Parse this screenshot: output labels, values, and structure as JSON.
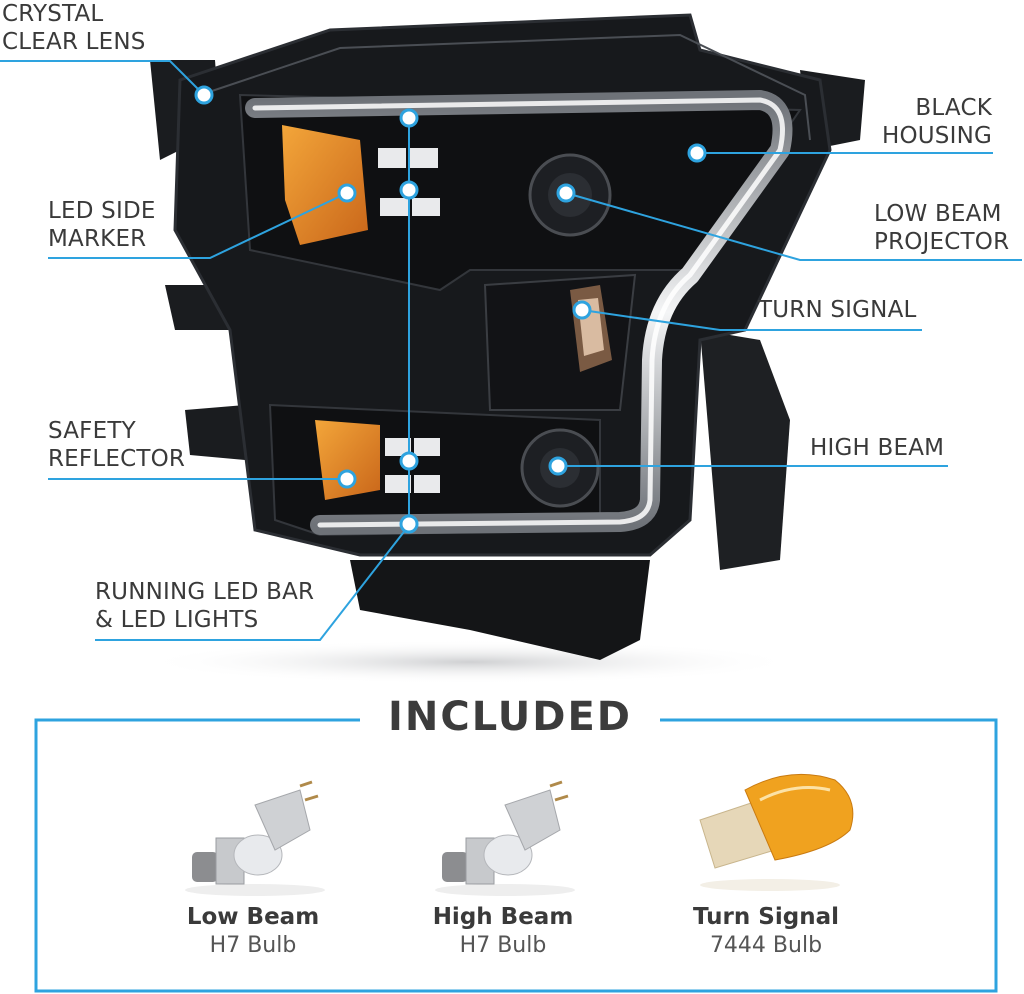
{
  "colors": {
    "accent": "#2ea3df",
    "text": "#3a3a3a",
    "amber": "#e9941d",
    "housing": "#16181b"
  },
  "callouts": {
    "crystal_clear_lens": [
      "CRYSTAL",
      "CLEAR LENS"
    ],
    "led_side_marker": [
      "LED SIDE",
      "MARKER"
    ],
    "safety_reflector": [
      "SAFETY",
      "REFLECTOR"
    ],
    "running_led_bar": [
      "RUNNING LED BAR",
      "& LED LIGHTS"
    ],
    "black_housing": [
      "BLACK",
      "HOUSING"
    ],
    "low_beam_projector": [
      "LOW BEAM",
      "PROJECTOR"
    ],
    "turn_signal": [
      "TURN SIGNAL"
    ],
    "high_beam": [
      "HIGH BEAM"
    ]
  },
  "included": {
    "title": "INCLUDED",
    "items": [
      {
        "name": "Low Beam",
        "type": "H7 Bulb",
        "icon": "h7-bulb-icon"
      },
      {
        "name": "High Beam",
        "type": "H7 Bulb",
        "icon": "h7-bulb-icon"
      },
      {
        "name": "Turn Signal",
        "type": "7444 Bulb",
        "icon": "amber-7444-bulb-icon"
      }
    ]
  }
}
